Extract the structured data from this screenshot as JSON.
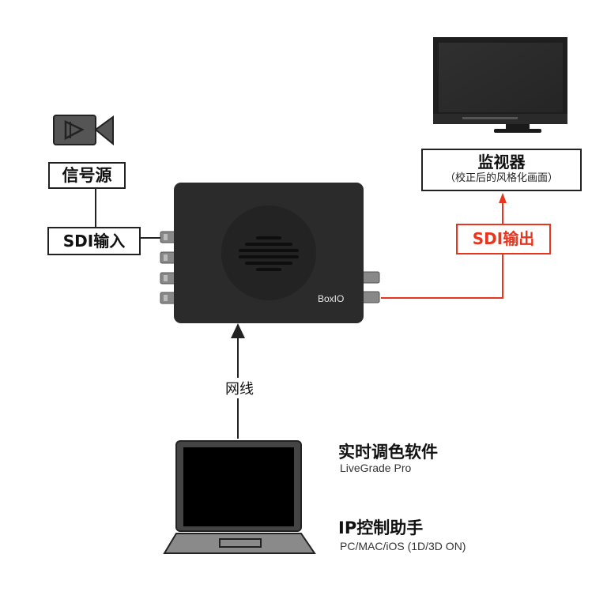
{
  "source": {
    "label": "信号源",
    "icon": "video-camera-icon"
  },
  "sdi_input": {
    "label": "SDI输入"
  },
  "device": {
    "brand": "BoxIO",
    "icon": "boxio-device-icon"
  },
  "monitor": {
    "title": "监视器",
    "subtitle": "（校正后的风格化画面）",
    "icon": "monitor-icon"
  },
  "sdi_output": {
    "label": "SDI输出"
  },
  "network": {
    "label": "网线"
  },
  "laptop": {
    "icon": "laptop-icon"
  },
  "software": {
    "title": "实时调色软件",
    "subtitle": "LiveGrade Pro"
  },
  "helper": {
    "title": "IP控制助手",
    "subtitle": "PC/MAC/iOS (1D/3D ON)"
  },
  "colors": {
    "output_accent": "#e8351e",
    "device_body": "#2b2b2b",
    "icon_fill": "#555555"
  }
}
